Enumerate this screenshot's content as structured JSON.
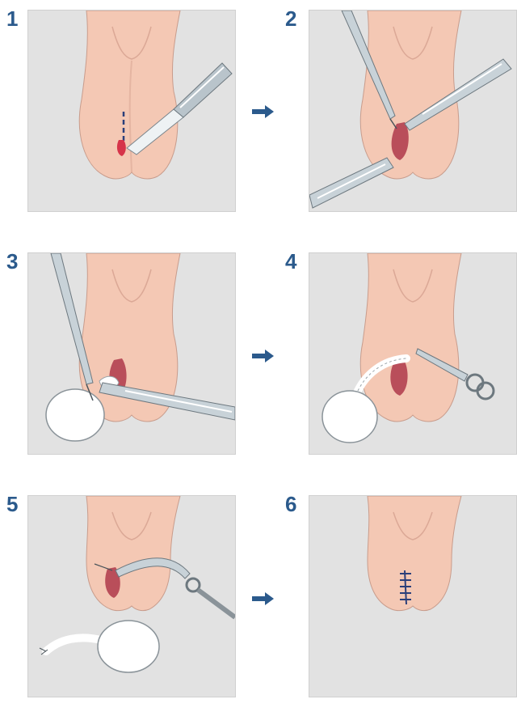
{
  "steps": [
    {
      "number": "1"
    },
    {
      "number": "2"
    },
    {
      "number": "3"
    },
    {
      "number": "4"
    },
    {
      "number": "5"
    },
    {
      "number": "6"
    }
  ],
  "colors": {
    "accent": "#2b5a8c",
    "skin": "#f4c8b4",
    "skin_shadow": "#dba896",
    "panel_bg": "#e2e2e2",
    "incision": "#d6344a",
    "tissue": "#b94e5a",
    "instrument": "#c8d2d8",
    "testicle": "#ffffff"
  },
  "icons": {
    "flow_arrow": "arrow-right-icon",
    "scalpel": "scalpel-icon",
    "forceps": "forceps-icon",
    "scissors": "scissors-icon",
    "suture": "suture-icon"
  }
}
